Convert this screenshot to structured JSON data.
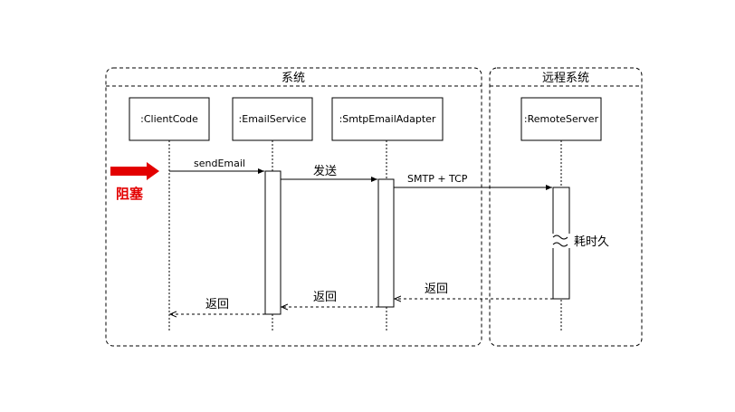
{
  "frames": {
    "system_title": "系统",
    "remote_title": "远程系统"
  },
  "participants": {
    "client": ":ClientCode",
    "email_service": ":EmailService",
    "smtp_adapter": ":SmtpEmailAdapter",
    "remote_server": ":RemoteServer"
  },
  "messages": {
    "send_email": "sendEmail",
    "send": "发送",
    "smtp_tcp": "SMTP + TCP",
    "return_remote": "返回",
    "return_adapter": "返回",
    "return_service": "返回"
  },
  "notes": {
    "blocking": "阻塞",
    "time_consuming": "耗时久"
  },
  "colors": {
    "blocking": "#e30000"
  }
}
